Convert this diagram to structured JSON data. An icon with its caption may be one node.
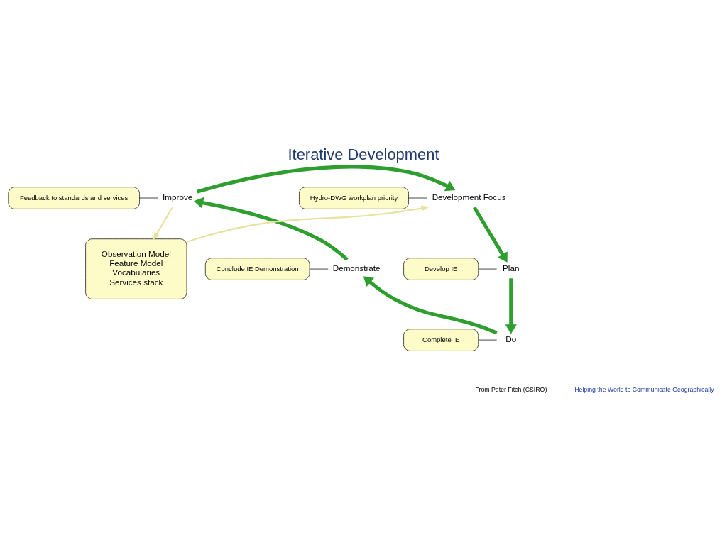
{
  "diagram": {
    "title": "Iterative Development",
    "nodes": [
      {
        "text": [
          "Improve"
        ]
      },
      {
        "text": [
          "Development Focus"
        ]
      },
      {
        "text": [
          "Plan"
        ]
      },
      {
        "text": [
          "Do"
        ]
      },
      {
        "text": [
          "Demonstrate"
        ]
      },
      {
        "text": [
          "Observation Model",
          "Feature Model",
          "Vocabularies",
          "Services stack"
        ]
      },
      {
        "text": [
          "Feedback to standards and services"
        ]
      },
      {
        "text": [
          "Hydro-DWG workplan priority"
        ]
      },
      {
        "text": [
          "Develop IE"
        ]
      },
      {
        "text": [
          "Complete IE"
        ]
      },
      {
        "text": [
          "Conclude IE Demonstration"
        ]
      }
    ],
    "edges": [
      {
        "from": 0,
        "to": 1,
        "arrow": "to",
        "style": "thick",
        "color": "#2e9e2e"
      },
      {
        "from": 1,
        "to": 2,
        "arrow": "to",
        "style": "thick",
        "color": "#2e9e2e"
      },
      {
        "from": 2,
        "to": 3,
        "arrow": "to",
        "style": "thick",
        "color": "#2e9e2e"
      },
      {
        "from": 3,
        "to": 4,
        "arrow": "to",
        "style": "thick",
        "color": "#2e9e2e"
      },
      {
        "from": 4,
        "to": 0,
        "arrow": "to",
        "style": "thick",
        "color": "#2e9e2e"
      },
      {
        "from": 0,
        "to": 5,
        "arrow": "to",
        "color": "#e8e2a0"
      },
      {
        "from": 5,
        "to": 1,
        "arrow": "to",
        "color": "#e8e2a0"
      },
      {
        "from": 6,
        "to": 0,
        "arrow": "none",
        "color": "#000000"
      },
      {
        "from": 7,
        "to": 1,
        "arrow": "none",
        "color": "#000000"
      },
      {
        "from": 8,
        "to": 2,
        "arrow": "none",
        "color": "#000000"
      },
      {
        "from": 9,
        "to": 3,
        "arrow": "none",
        "color": "#000000"
      },
      {
        "from": 10,
        "to": 4,
        "arrow": "none",
        "color": "#000000"
      }
    ],
    "labels": [
      "From Peter Fitch (CSIRO)",
      "Helping the World to Communicate Geographically"
    ]
  }
}
